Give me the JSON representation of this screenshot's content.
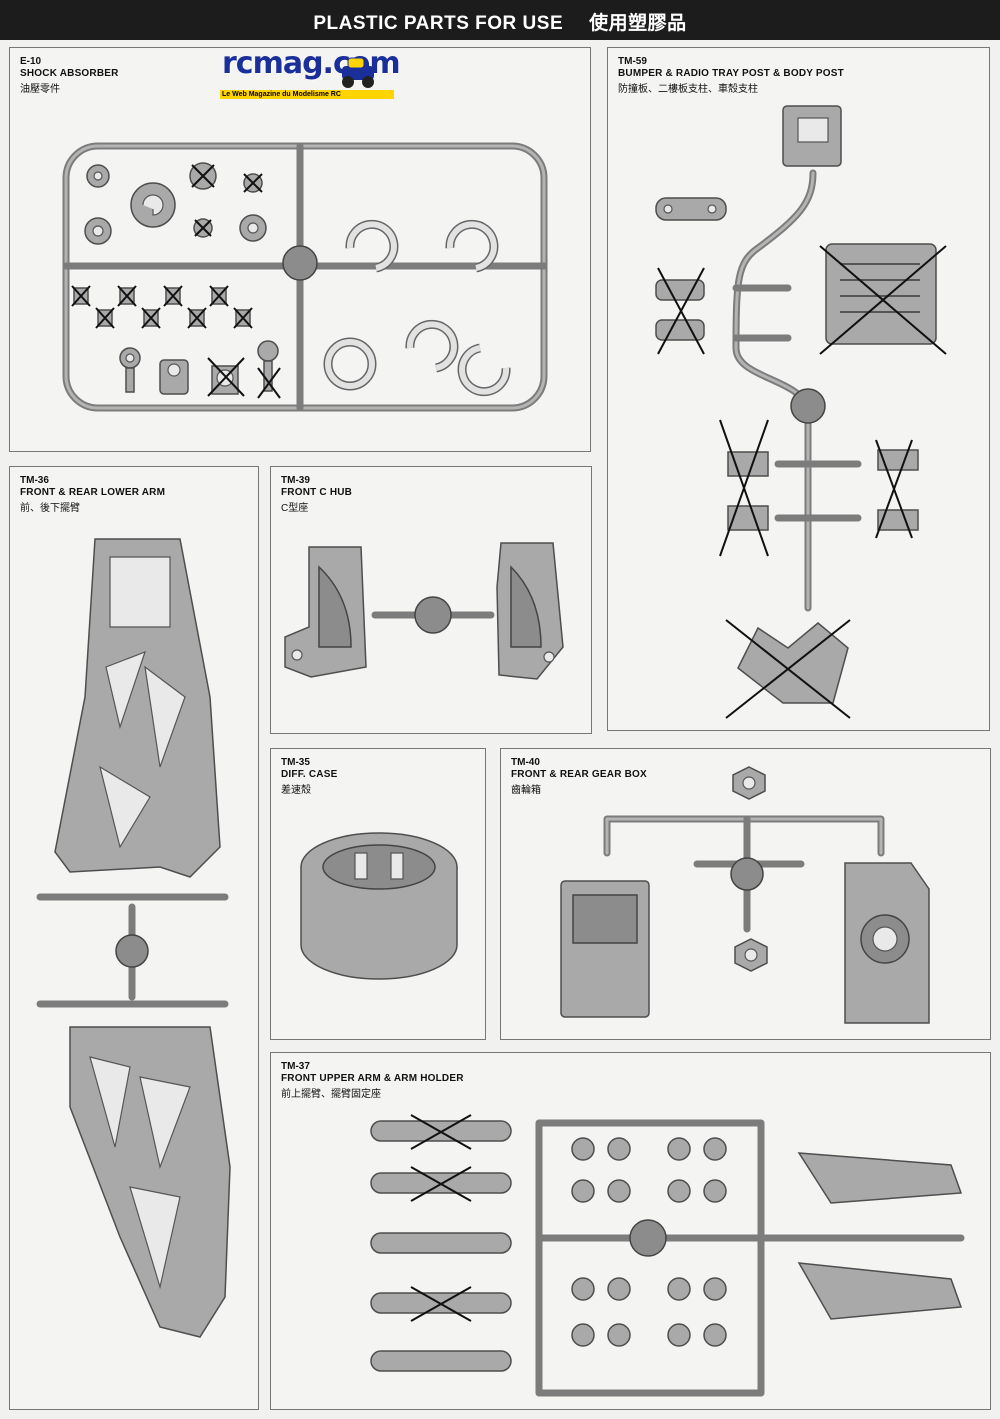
{
  "header": {
    "title_en": "PLASTIC PARTS FOR USE",
    "title_cn": "使用塑膠品"
  },
  "logo": {
    "wordmark": "rcmag.com",
    "tagline": "Le Web Magazine du Modelisme RC"
  },
  "panels": {
    "e10": {
      "code": "E-10",
      "name_en": "SHOCK ABSORBER",
      "name_cn": "油壓零件"
    },
    "tm59": {
      "code": "TM-59",
      "name_en": "BUMPER & RADIO TRAY POST & BODY POST",
      "name_cn": "防撞板、二樓板支柱、車殼支柱"
    },
    "tm36": {
      "code": "TM-36",
      "name_en": "FRONT & REAR LOWER ARM",
      "name_cn": "前、後下擺臂"
    },
    "tm39": {
      "code": "TM-39",
      "name_en": "FRONT C HUB",
      "name_cn": "C型座"
    },
    "tm35": {
      "code": "TM-35",
      "name_en": "DIFF. CASE",
      "name_cn": "差速殼"
    },
    "tm40": {
      "code": "TM-40",
      "name_en": "FRONT & REAR GEAR BOX",
      "name_cn": "齒輪箱"
    },
    "tm37": {
      "code": "TM-37",
      "name_en": "FRONT UPPER ARM & ARM HOLDER",
      "name_cn": "前上擺臂、擺臂固定座"
    }
  },
  "colors": {
    "header_bg": "#1c1c1c",
    "sprue": "#7c7c7c",
    "part": "#a9a9a9",
    "logo_blue": "#1b2f9a",
    "logo_yellow": "#ffd400"
  }
}
